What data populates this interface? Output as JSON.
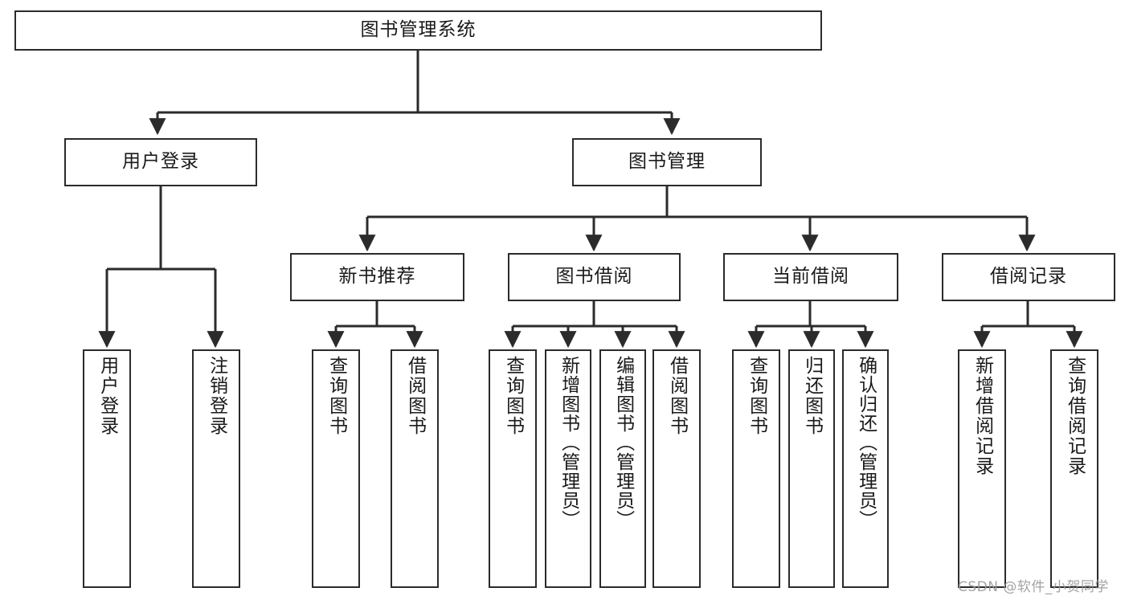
{
  "diagram": {
    "type": "tree-hierarchy-functional-decomposition",
    "root": {
      "label": "图书管理系统"
    },
    "level2": [
      {
        "label": "用户登录"
      },
      {
        "label": "图书管理"
      }
    ],
    "level3": [
      {
        "label": "新书推荐"
      },
      {
        "label": "图书借阅"
      },
      {
        "label": "当前借阅"
      },
      {
        "label": "借阅记录"
      }
    ],
    "leaves": {
      "user_login": [
        {
          "label": "用户登录"
        },
        {
          "label": "注销登录"
        }
      ],
      "new_book_recommend": [
        {
          "label": "查询图书"
        },
        {
          "label": "借阅图书"
        }
      ],
      "book_borrow": [
        {
          "label": "查询图书"
        },
        {
          "label": "新增图书（管理员）"
        },
        {
          "label": "编辑图书（管理员）"
        },
        {
          "label": "借阅图书"
        }
      ],
      "current_borrow": [
        {
          "label": "查询图书"
        },
        {
          "label": "归还图书"
        },
        {
          "label": "确认归还（管理员）"
        }
      ],
      "borrow_record": [
        {
          "label": "新增借阅记录"
        },
        {
          "label": "查询借阅记录"
        }
      ]
    }
  },
  "watermark": {
    "text": "CSDN @软件_小贺同学"
  },
  "colors": {
    "stroke": "#2b2b2b",
    "fill": "#ffffff",
    "text": "#1a1a1a",
    "watermark": "#9a9a9a"
  }
}
